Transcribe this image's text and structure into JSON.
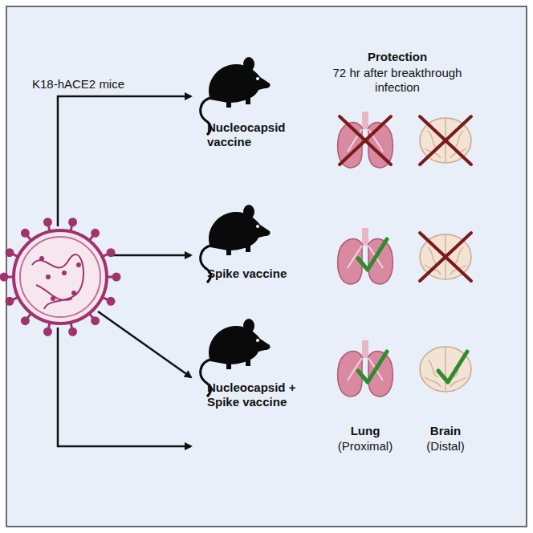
{
  "diagram": {
    "labels": [
      "K18-hACE2 mice",
      "Nucleocapsid vaccine",
      "Spike vaccine",
      "Nucleocapsid + Spike vaccine",
      "Protection",
      "72 hr after breakthrough infection",
      "Lung",
      "(Proximal)",
      "Brain",
      "(Distal)"
    ]
  }
}
